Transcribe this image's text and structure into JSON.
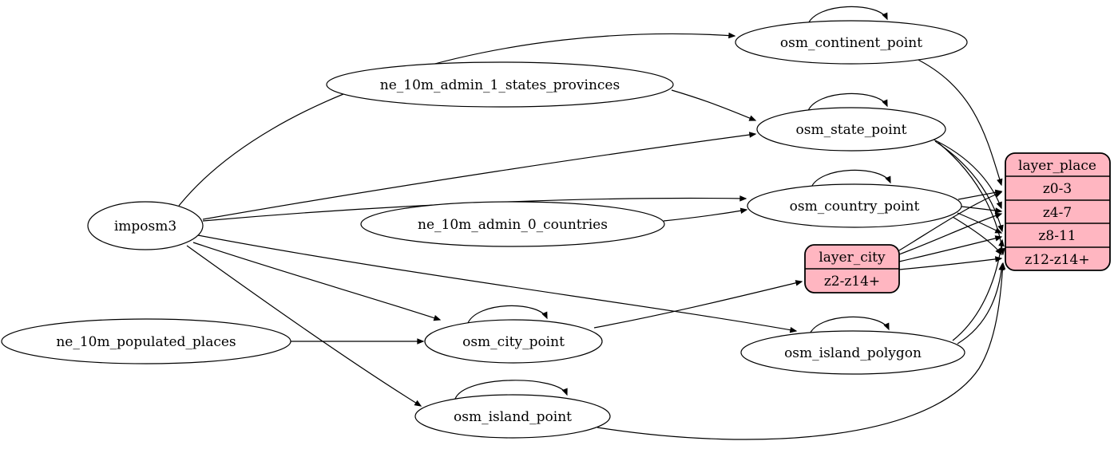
{
  "diagram": {
    "type": "etl-graph",
    "background": "#ffffff",
    "stroke_color": "#000000",
    "node_fill": "#ffffff",
    "record_fill": "#ffb6c1",
    "nodes": {
      "imposm3": {
        "label": "imposm3"
      },
      "ne_10m_admin_1_states_provinces": {
        "label": "ne_10m_admin_1_states_provinces"
      },
      "ne_10m_admin_0_countries": {
        "label": "ne_10m_admin_0_countries"
      },
      "ne_10m_populated_places": {
        "label": "ne_10m_populated_places"
      },
      "osm_continent_point": {
        "label": "osm_continent_point"
      },
      "osm_state_point": {
        "label": "osm_state_point"
      },
      "osm_country_point": {
        "label": "osm_country_point"
      },
      "osm_city_point": {
        "label": "osm_city_point"
      },
      "osm_island_polygon": {
        "label": "osm_island_polygon"
      },
      "osm_island_point": {
        "label": "osm_island_point"
      }
    },
    "records": {
      "layer_city": {
        "title": "layer_city",
        "rows": [
          "z2-z14+"
        ]
      },
      "layer_place": {
        "title": "layer_place",
        "rows": [
          "z0-3",
          "z4-7",
          "z8-11",
          "z12-z14+"
        ]
      }
    },
    "edges": [
      {
        "from": "imposm3",
        "to": "osm_continent_point"
      },
      {
        "from": "imposm3",
        "to": "osm_state_point"
      },
      {
        "from": "imposm3",
        "to": "osm_country_point"
      },
      {
        "from": "imposm3",
        "to": "osm_city_point"
      },
      {
        "from": "imposm3",
        "to": "osm_island_polygon"
      },
      {
        "from": "imposm3",
        "to": "osm_island_point"
      },
      {
        "from": "ne_10m_admin_1_states_provinces",
        "to": "osm_state_point"
      },
      {
        "from": "ne_10m_admin_0_countries",
        "to": "osm_country_point"
      },
      {
        "from": "ne_10m_populated_places",
        "to": "osm_city_point"
      },
      {
        "from": "osm_continent_point",
        "to": "osm_continent_point"
      },
      {
        "from": "osm_state_point",
        "to": "osm_state_point"
      },
      {
        "from": "osm_country_point",
        "to": "osm_country_point"
      },
      {
        "from": "osm_city_point",
        "to": "osm_city_point"
      },
      {
        "from": "osm_island_polygon",
        "to": "osm_island_polygon"
      },
      {
        "from": "osm_island_point",
        "to": "osm_island_point"
      },
      {
        "from": "osm_city_point",
        "to": "layer_city:z2-z14+"
      },
      {
        "from": "osm_continent_point",
        "to": "layer_place:z0-3"
      },
      {
        "from": "osm_state_point",
        "to": "layer_place:z4-7"
      },
      {
        "from": "osm_state_point",
        "to": "layer_place:z8-11"
      },
      {
        "from": "osm_state_point",
        "to": "layer_place:z12-z14+"
      },
      {
        "from": "osm_country_point",
        "to": "layer_place:z0-3"
      },
      {
        "from": "osm_country_point",
        "to": "layer_place:z4-7"
      },
      {
        "from": "osm_country_point",
        "to": "layer_place:z8-11"
      },
      {
        "from": "osm_country_point",
        "to": "layer_place:z12-z14+"
      },
      {
        "from": "layer_city",
        "to": "layer_place:z0-3"
      },
      {
        "from": "layer_city",
        "to": "layer_place:z4-7"
      },
      {
        "from": "layer_city",
        "to": "layer_place:z8-11"
      },
      {
        "from": "layer_city",
        "to": "layer_place:z12-z14+"
      },
      {
        "from": "osm_island_polygon",
        "to": "layer_place:z8-11"
      },
      {
        "from": "osm_island_polygon",
        "to": "layer_place:z12-z14+"
      },
      {
        "from": "osm_island_point",
        "to": "layer_place:z12-z14+"
      }
    ]
  }
}
